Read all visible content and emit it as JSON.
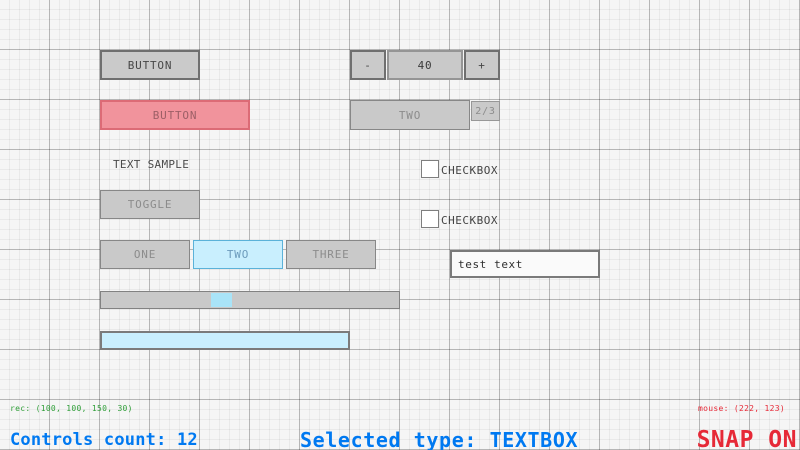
{
  "controls": {
    "button_normal": {
      "label": "BUTTON"
    },
    "button_selected": {
      "label": "BUTTON",
      "selection_rect": "(100, 100, 150, 30)"
    },
    "spinner": {
      "minus": "-",
      "value": "40",
      "plus": "+"
    },
    "dropdown": {
      "selected": "TWO",
      "fraction": "2/3"
    },
    "text_label": {
      "text": "TEXT SAMPLE"
    },
    "toggle": {
      "label": "TOGGLE"
    },
    "toggle_group": {
      "items": [
        {
          "label": "ONE",
          "active": false
        },
        {
          "label": "TWO",
          "active": true
        },
        {
          "label": "THREE",
          "active": false
        }
      ]
    },
    "checkbox1": {
      "label": "CHECKBOX",
      "checked": false
    },
    "checkbox2": {
      "label": "CHECKBOX",
      "checked": false
    },
    "textbox": {
      "value": "test text"
    },
    "slider": {
      "value_fraction": 0.38
    },
    "progressbar": {
      "value_fraction": 1.0
    }
  },
  "statusbar": {
    "rec": "rec: (100, 100, 150, 30)",
    "controls_count": "Controls count: 12",
    "selected_type": "Selected type: TEXTBOX",
    "mouse": "mouse: (222, 123)",
    "snap": "SNAP ON"
  },
  "colors": {
    "accent_blue": "#0079f1",
    "accent_red": "#e62937",
    "accent_green": "#2f9e38",
    "focus_border_blue": "#5bb2d9",
    "focus_fill_blue": "#c9effe",
    "selected_pink": "#f1939c",
    "control_gray": "#c9c9c9"
  }
}
